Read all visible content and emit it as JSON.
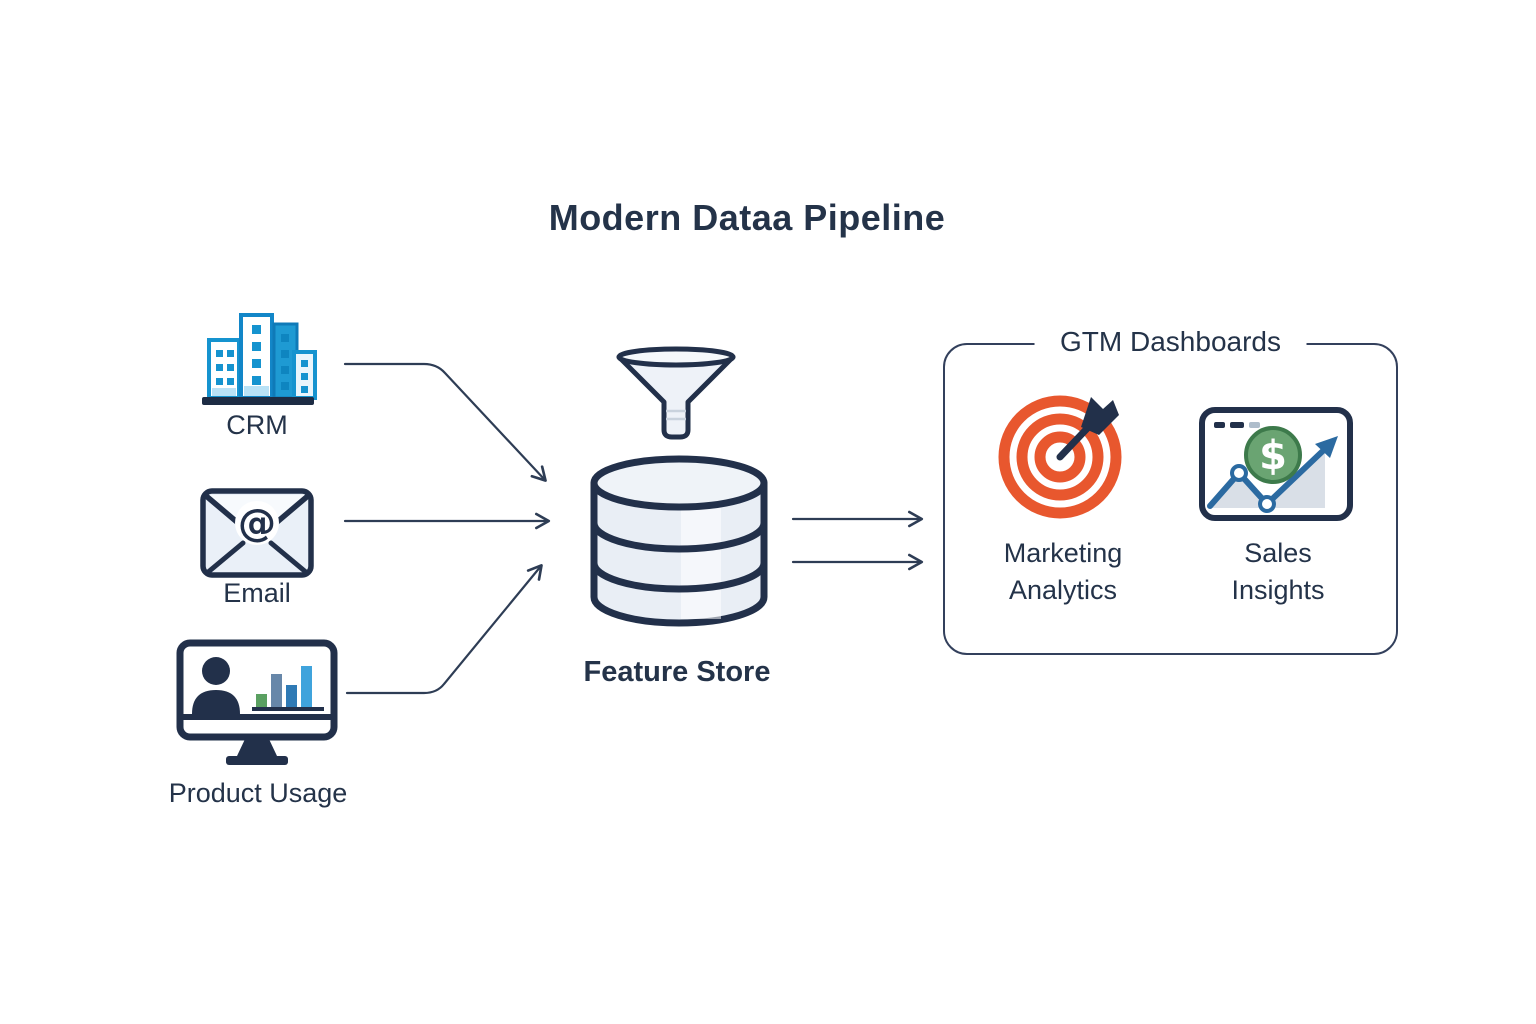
{
  "title": "Modern Dataa Pipeline",
  "sources": {
    "items": [
      {
        "id": "crm",
        "label": "CRM",
        "icon": "office-buildings-icon"
      },
      {
        "id": "email",
        "label": "Email",
        "icon": "envelope-at-icon"
      },
      {
        "id": "product-usage",
        "label": "Product Usage",
        "icon": "monitor-usage-chart-icon"
      }
    ]
  },
  "feature_store": {
    "label": "Feature Store",
    "icons": [
      "funnel-icon",
      "database-icon"
    ]
  },
  "dashboards": {
    "group_label": "GTM Dashboards",
    "items": [
      {
        "id": "marketing-analytics",
        "label": "Marketing Analytics",
        "icon": "target-dart-icon"
      },
      {
        "id": "sales-insights",
        "label": "Sales Insights",
        "icon": "sales-dashboard-icon"
      }
    ]
  },
  "colors": {
    "background": "#ffffff",
    "ink_navy": "#243349",
    "arrow": "#2e3d55",
    "crm_blue": "#1b9ad8",
    "target_orange": "#e8572e",
    "dollar_green": "#6aa472",
    "chart_blue": "#2b6aa1"
  }
}
